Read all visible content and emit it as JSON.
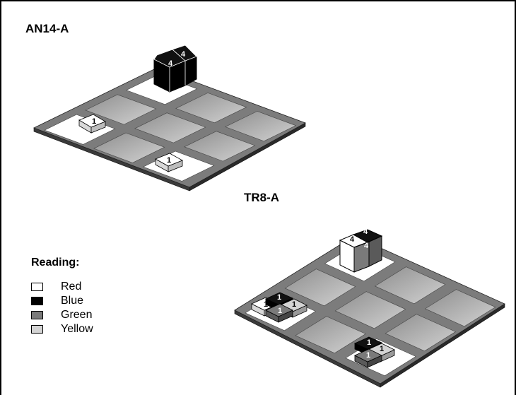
{
  "boards": [
    {
      "title": "AN14-A",
      "cells": [
        "white",
        "gray",
        "gray",
        "gray",
        "gray",
        "gray",
        "white",
        "gray",
        "white"
      ],
      "stacks": [
        {
          "row": 0,
          "col": 0,
          "color": "blue",
          "layers": 1,
          "label": "4"
        },
        {
          "row": 0,
          "col": 0,
          "color": "blue",
          "layers": 1,
          "label": "4"
        },
        {
          "row": 2,
          "col": 0,
          "color": "red",
          "layers": 1,
          "label": "1"
        },
        {
          "row": 2,
          "col": 2,
          "color": "red",
          "layers": 1,
          "label": "1"
        }
      ]
    },
    {
      "title": "TR8-A",
      "cells": [
        "white",
        "gray",
        "gray",
        "gray",
        "gray",
        "gray",
        "white",
        "gray",
        "white"
      ],
      "stacks": [
        {
          "row": 0,
          "col": 0,
          "labels": [
            "4",
            "4",
            "4"
          ]
        },
        {
          "row": 2,
          "col": 0,
          "labels": [
            "1",
            "1",
            "1",
            "1"
          ]
        },
        {
          "row": 2,
          "col": 2,
          "labels": [
            "1",
            "1",
            "1"
          ]
        }
      ]
    }
  ],
  "legend": {
    "title": "Reading:",
    "items": [
      {
        "label": "Red",
        "color": "#ffffff"
      },
      {
        "label": "Blue",
        "color": "#000000"
      },
      {
        "label": "Green",
        "color": "#7a7a7a"
      },
      {
        "label": "Yellow",
        "color": "#d4d4d4"
      }
    ]
  }
}
